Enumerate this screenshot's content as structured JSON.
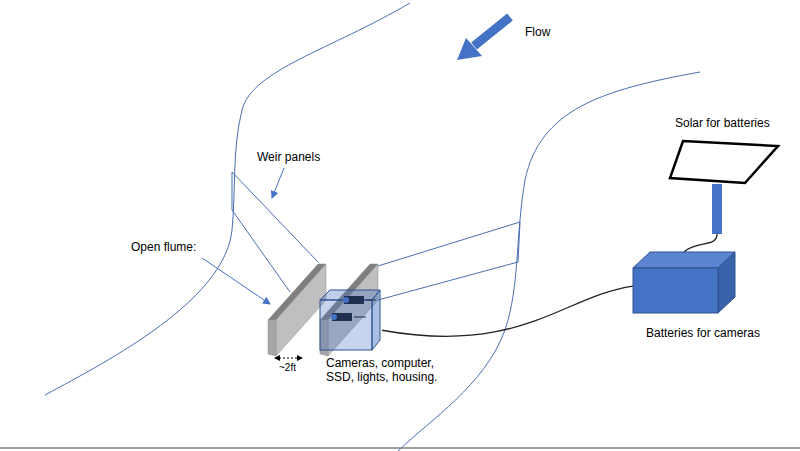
{
  "diagram": {
    "nodes": [
      {
        "text": [
          "Solar for batteries"
        ]
      },
      {
        "text": [
          "Batteries for cameras"
        ]
      },
      {
        "text": [
          "Cameras, computer, SSD, lights, housing."
        ]
      }
    ],
    "edges": [
      {
        "from": 0,
        "to": 1,
        "arrow": "none"
      },
      {
        "from": 1,
        "to": 2,
        "arrow": "none"
      }
    ],
    "labels": [
      "Flow",
      "Weir panels",
      "Open flume:",
      "~2ft"
    ]
  }
}
